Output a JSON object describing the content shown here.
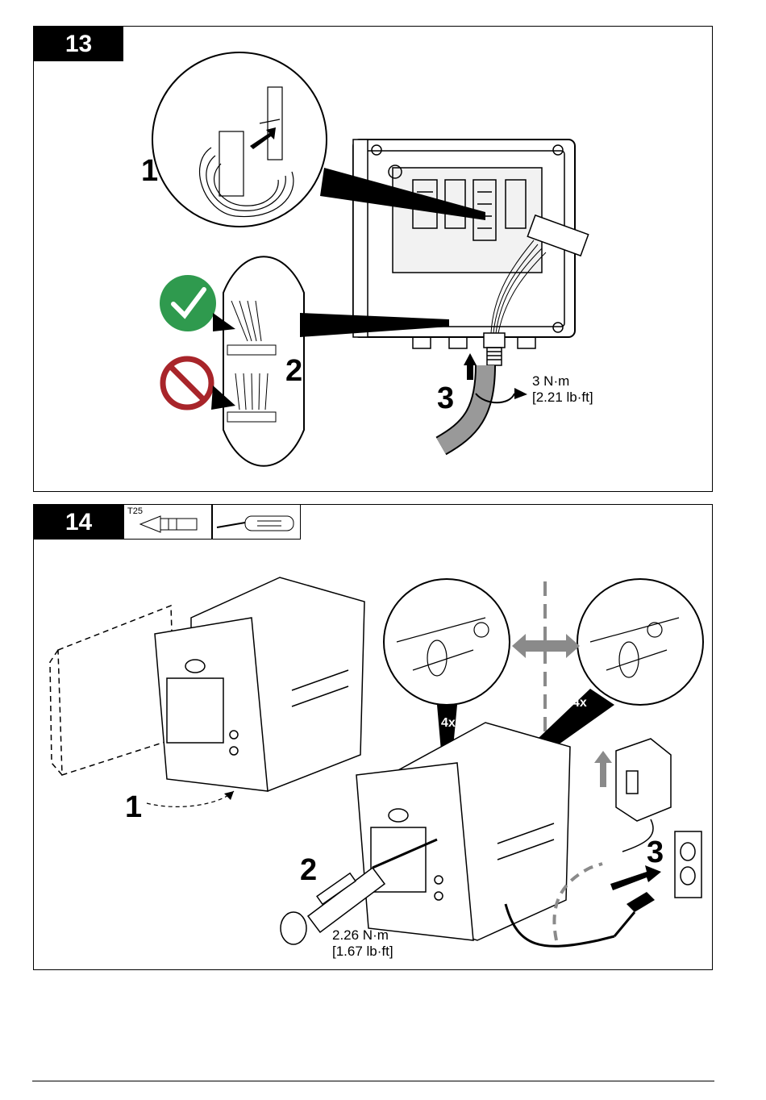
{
  "step13": {
    "number": "13",
    "callouts": {
      "one": "1",
      "two": "2",
      "three": "3"
    },
    "torque": {
      "metric": "3 N·m",
      "imperial": "[2.21 lb·ft]"
    }
  },
  "step14": {
    "number": "14",
    "tool_bit_label": "T25",
    "callouts": {
      "one": "1",
      "two": "2",
      "three": "3",
      "four_x_left": "4x",
      "four_x_right": "4x"
    },
    "torque": {
      "metric": "2.26 N·m",
      "imperial": "[1.67 lb·ft]"
    }
  },
  "icons": [
    "check-icon",
    "prohibited-icon",
    "torx-bit-icon",
    "torque-screwdriver-icon",
    "wall-switch-icon",
    "outlet-icon"
  ],
  "colors": {
    "check_green": "#2f9a4e",
    "prohibit_red": "#a8252a",
    "arrow_gray": "#8a8a8a"
  }
}
